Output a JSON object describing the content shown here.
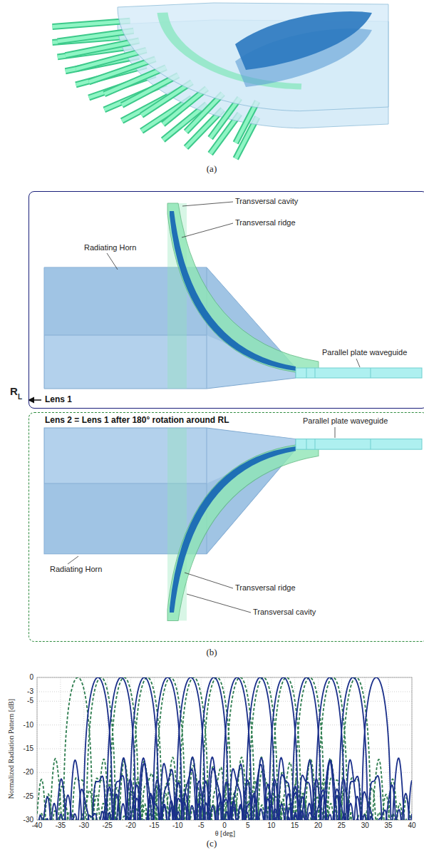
{
  "diagram": {
    "nodes": [
      {
        "text": [
          "Lens 1"
        ]
      },
      {
        "text": [
          "Lens 2 = Lens 1 after 180° rotation around RL"
        ]
      }
    ],
    "labels": [
      "(a)",
      "Transversal cavity",
      "Transversal ridge",
      "Radiating Horn",
      "Parallel plate waveguide",
      "R",
      "L",
      "Parallel plate waveguide",
      "Radiating Horn",
      "Transversal ridge",
      "Transversal cavity",
      "(b)",
      "0",
      "-3",
      "-5",
      "-10",
      "-15",
      "-20",
      "-25",
      "-30",
      "-40",
      "-35",
      "-30",
      "-25",
      "-20",
      "-15",
      "-10",
      "-5",
      "0",
      "5",
      "10",
      "15",
      "20",
      "25",
      "30",
      "35",
      "40",
      "Normalized Radiation Pattern [dB]",
      "θ [deg]",
      "(c)"
    ]
  }
}
